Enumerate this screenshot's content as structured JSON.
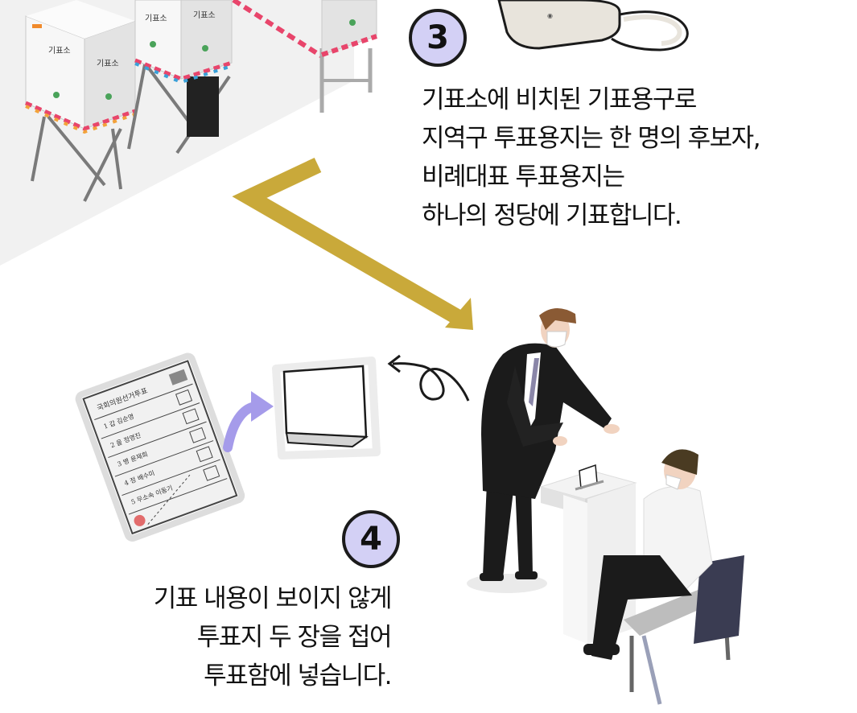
{
  "step3": {
    "number": "3",
    "lines": [
      "기표소에 비치된 기표용구로",
      "지역구 투표용지는 한 명의 후보자,",
      "비례대표 투표용지는",
      "하나의 정당에 기표합니다."
    ]
  },
  "step4": {
    "number": "4",
    "lines": [
      "기표 내용이 보이지 않게",
      "투표지 두 장을 접어",
      "투표함에 넣습니다."
    ]
  },
  "illustrations": {
    "booth_label": "기표소",
    "ballot_header": "국회의원선거투표",
    "ballot_candidates": [
      "1 갑 김순영",
      "2 을 정영진",
      "3 병 윤재희",
      "4 정 배수미",
      "5 무소속 이동기"
    ]
  },
  "colors": {
    "badge_fill": "#d3d0f5",
    "arrow_gold": "#c9a93a",
    "arrow_lavender": "#a59bea"
  }
}
